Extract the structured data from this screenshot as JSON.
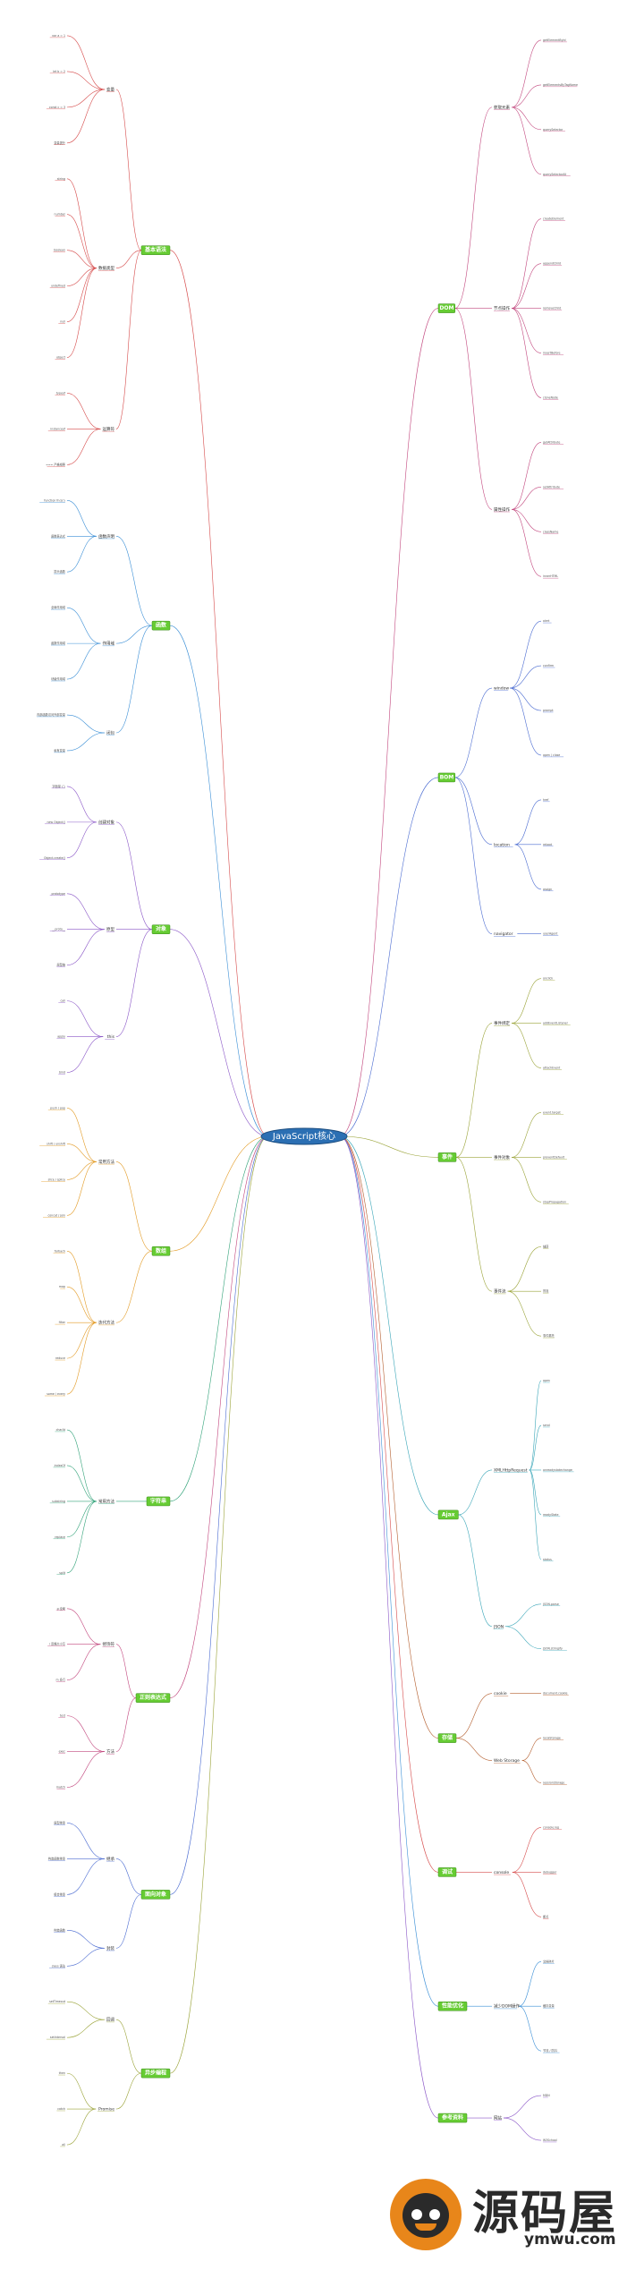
{
  "root": {
    "label": "JavaScript核心"
  },
  "accent": "#66cc33",
  "branch_colors": [
    "#d64b4b",
    "#3b8fd6",
    "#8a56c7",
    "#e39b25",
    "#33a37a",
    "#c2477e",
    "#4a6bd1",
    "#9aa338",
    "#3aa6b8",
    "#b45f2f"
  ],
  "left_branches": [
    {
      "label": "基本语法",
      "subs": [
        {
          "label": "变量",
          "leaves": [
            "var a = 1",
            "let b = 2",
            "const c = 3",
            "变量提升"
          ]
        },
        {
          "label": "数据类型",
          "leaves": [
            "string",
            "number",
            "boolean",
            "undefined",
            "null",
            "object"
          ]
        },
        {
          "label": "运算符",
          "leaves": [
            "typeof",
            "instanceof",
            "=== 严格相等"
          ]
        }
      ]
    },
    {
      "label": "函数",
      "subs": [
        {
          "label": "函数声明",
          "leaves": [
            "function fn(){}",
            "函数表达式",
            "箭头函数"
          ]
        },
        {
          "label": "作用域",
          "leaves": [
            "全局作用域",
            "函数作用域",
            "块级作用域"
          ]
        },
        {
          "label": "闭包",
          "leaves": [
            "内部函数访问外部变量",
            "私有变量"
          ]
        }
      ]
    },
    {
      "label": "对象",
      "subs": [
        {
          "label": "创建对象",
          "leaves": [
            "字面量 {}",
            "new Object()",
            "Object.create()"
          ]
        },
        {
          "label": "原型",
          "leaves": [
            "prototype",
            "__proto__",
            "原型链"
          ]
        },
        {
          "label": "this",
          "leaves": [
            "call",
            "apply",
            "bind"
          ]
        }
      ]
    },
    {
      "label": "数组",
      "subs": [
        {
          "label": "常用方法",
          "leaves": [
            "push / pop",
            "shift / unshift",
            "slice / splice",
            "concat / join"
          ]
        },
        {
          "label": "迭代方法",
          "leaves": [
            "forEach",
            "map",
            "filter",
            "reduce",
            "some / every"
          ]
        }
      ]
    },
    {
      "label": "字符串",
      "subs": [
        {
          "label": "常用方法",
          "leaves": [
            "charAt",
            "indexOf",
            "substring",
            "replace",
            "split"
          ]
        }
      ]
    },
    {
      "label": "正则表达式",
      "subs": [
        {
          "label": "修饰符",
          "leaves": [
            "g 全局",
            "i 忽略大小写",
            "m 多行"
          ]
        },
        {
          "label": "方法",
          "leaves": [
            "test",
            "exec",
            "match"
          ]
        }
      ]
    },
    {
      "label": "面向对象",
      "subs": [
        {
          "label": "继承",
          "leaves": [
            "原型继承",
            "构造函数继承",
            "组合继承"
          ]
        },
        {
          "label": "封装",
          "leaves": [
            "构造函数",
            "class 语法"
          ]
        }
      ]
    },
    {
      "label": "异步编程",
      "subs": [
        {
          "label": "回调",
          "leaves": [
            "setTimeout",
            "setInterval"
          ]
        },
        {
          "label": "Promise",
          "leaves": [
            "then",
            "catch",
            "all"
          ]
        }
      ]
    }
  ],
  "right_branches": [
    {
      "label": "DOM",
      "subs": [
        {
          "label": "获取元素",
          "leaves": [
            "getElementById",
            "getElementsByTagName",
            "querySelector",
            "querySelectorAll"
          ]
        },
        {
          "label": "节点操作",
          "leaves": [
            "createElement",
            "appendChild",
            "removeChild",
            "insertBefore",
            "cloneNode"
          ]
        },
        {
          "label": "属性操作",
          "leaves": [
            "getAttribute",
            "setAttribute",
            "className",
            "innerHTML"
          ]
        }
      ]
    },
    {
      "label": "BOM",
      "subs": [
        {
          "label": "window",
          "leaves": [
            "alert",
            "confirm",
            "prompt",
            "open / close"
          ]
        },
        {
          "label": "location",
          "leaves": [
            "href",
            "reload",
            "assign"
          ]
        },
        {
          "label": "navigator",
          "leaves": [
            "userAgent"
          ]
        }
      ]
    },
    {
      "label": "事件",
      "subs": [
        {
          "label": "事件绑定",
          "leaves": [
            "onclick",
            "addEventListener",
            "attachEvent"
          ]
        },
        {
          "label": "事件对象",
          "leaves": [
            "event.target",
            "preventDefault",
            "stopPropagation"
          ]
        },
        {
          "label": "事件流",
          "leaves": [
            "捕获",
            "冒泡",
            "事件委托"
          ]
        }
      ]
    },
    {
      "label": "Ajax",
      "subs": [
        {
          "label": "XMLHttpRequest",
          "leaves": [
            "open",
            "send",
            "onreadystatechange",
            "readyState",
            "status"
          ]
        },
        {
          "label": "JSON",
          "leaves": [
            "JSON.parse",
            "JSON.stringify"
          ]
        }
      ]
    },
    {
      "label": "存储",
      "subs": [
        {
          "label": "cookie",
          "leaves": [
            "document.cookie"
          ]
        },
        {
          "label": "Web Storage",
          "leaves": [
            "localStorage",
            "sessionStorage"
          ]
        }
      ]
    },
    {
      "label": "调试",
      "subs": [
        {
          "label": "console",
          "leaves": [
            "console.log",
            "debugger",
            "断点"
          ]
        }
      ]
    },
    {
      "label": "性能优化",
      "subs": [
        {
          "label": "减少DOM操作",
          "leaves": [
            "文档碎片",
            "缓存变量",
            "节流 / 防抖"
          ]
        }
      ]
    },
    {
      "label": "参考资料",
      "subs": [
        {
          "label": "网站",
          "leaves": [
            "MDN",
            "W3School"
          ]
        }
      ]
    }
  ],
  "watermark": {
    "name": "源码屋",
    "site": "ymwu.com"
  }
}
